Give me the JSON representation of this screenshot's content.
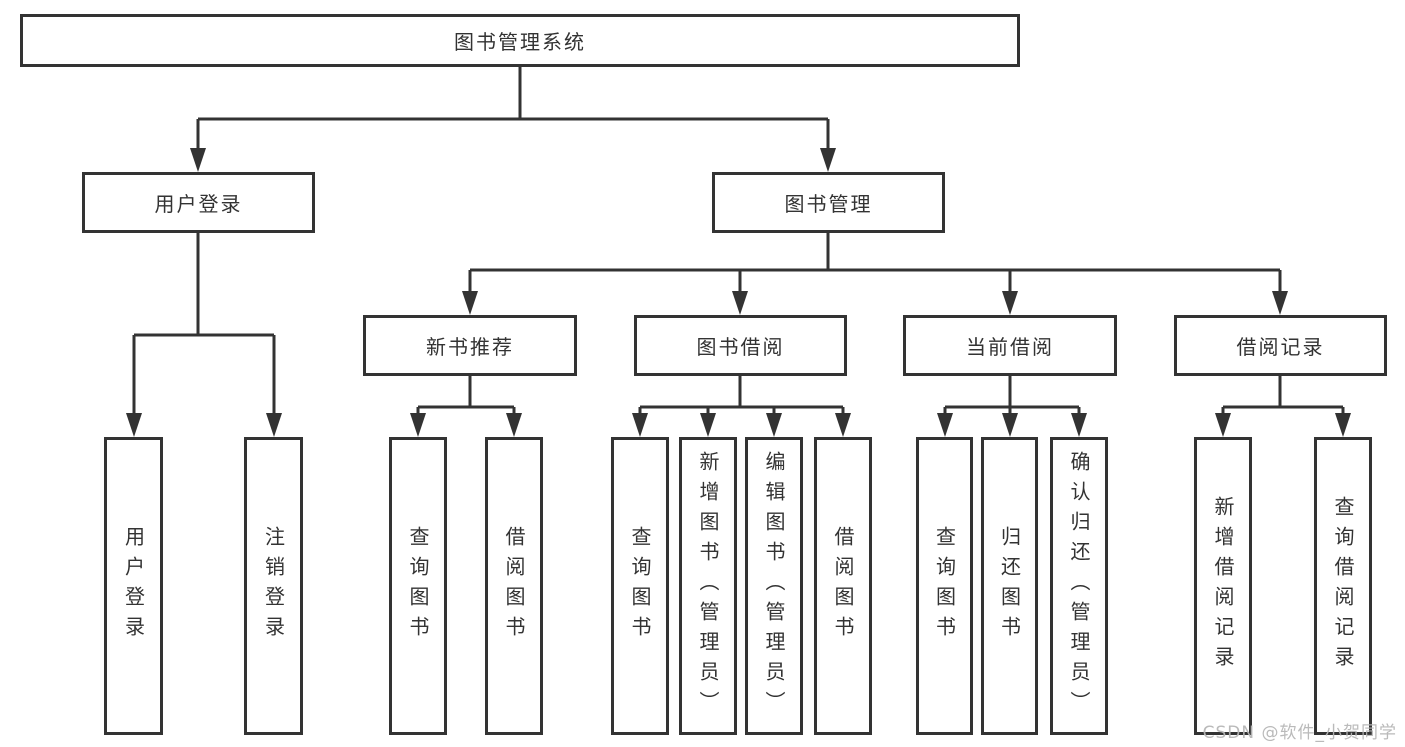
{
  "diagram_type": "hierarchy-tree",
  "tree": {
    "label": "图书管理系统",
    "children": [
      {
        "label": "用户登录",
        "children": [
          {
            "label": "用户登录"
          },
          {
            "label": "注销登录"
          }
        ]
      },
      {
        "label": "图书管理",
        "children": [
          {
            "label": "新书推荐",
            "children": [
              {
                "label": "查询图书"
              },
              {
                "label": "借阅图书"
              }
            ]
          },
          {
            "label": "图书借阅",
            "children": [
              {
                "label": "查询图书"
              },
              {
                "label": "新增图书（管理员）"
              },
              {
                "label": "编辑图书（管理员）"
              },
              {
                "label": "借阅图书"
              }
            ]
          },
          {
            "label": "当前借阅",
            "children": [
              {
                "label": "查询图书"
              },
              {
                "label": "归还图书"
              },
              {
                "label": "确认归还（管理员）"
              }
            ]
          },
          {
            "label": "借阅记录",
            "children": [
              {
                "label": "新增借阅记录"
              },
              {
                "label": "查询借阅记录"
              }
            ]
          }
        ]
      }
    ]
  },
  "watermark": "CSDN @软件_小贺同学",
  "colors": {
    "line": "#333333",
    "box_border": "#333333",
    "text": "#333333",
    "background": "#ffffff",
    "watermark": "#b6b6b6"
  }
}
